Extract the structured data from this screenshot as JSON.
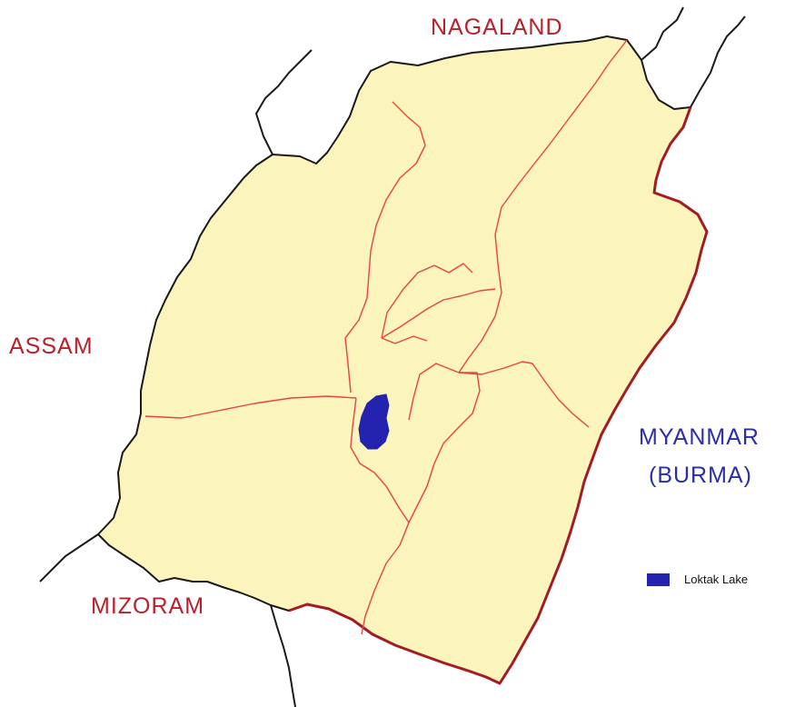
{
  "map": {
    "labels": {
      "nagaland": "NAGALAND",
      "assam": "ASSAM",
      "mizoram": "MIZORAM",
      "myanmar_line1": "MYANMAR",
      "myanmar_line2": "(BURMA)"
    },
    "legend": {
      "loktak_label": "Loktak Lake"
    },
    "colors": {
      "land_fill": "#fbf4bd",
      "district_border": "#e8453c",
      "state_border": "#1a1a1a",
      "international_border": "#a31c24",
      "lake": "#2323b0",
      "label_red": "#b8212b",
      "label_blue": "#2b2fa6"
    }
  }
}
